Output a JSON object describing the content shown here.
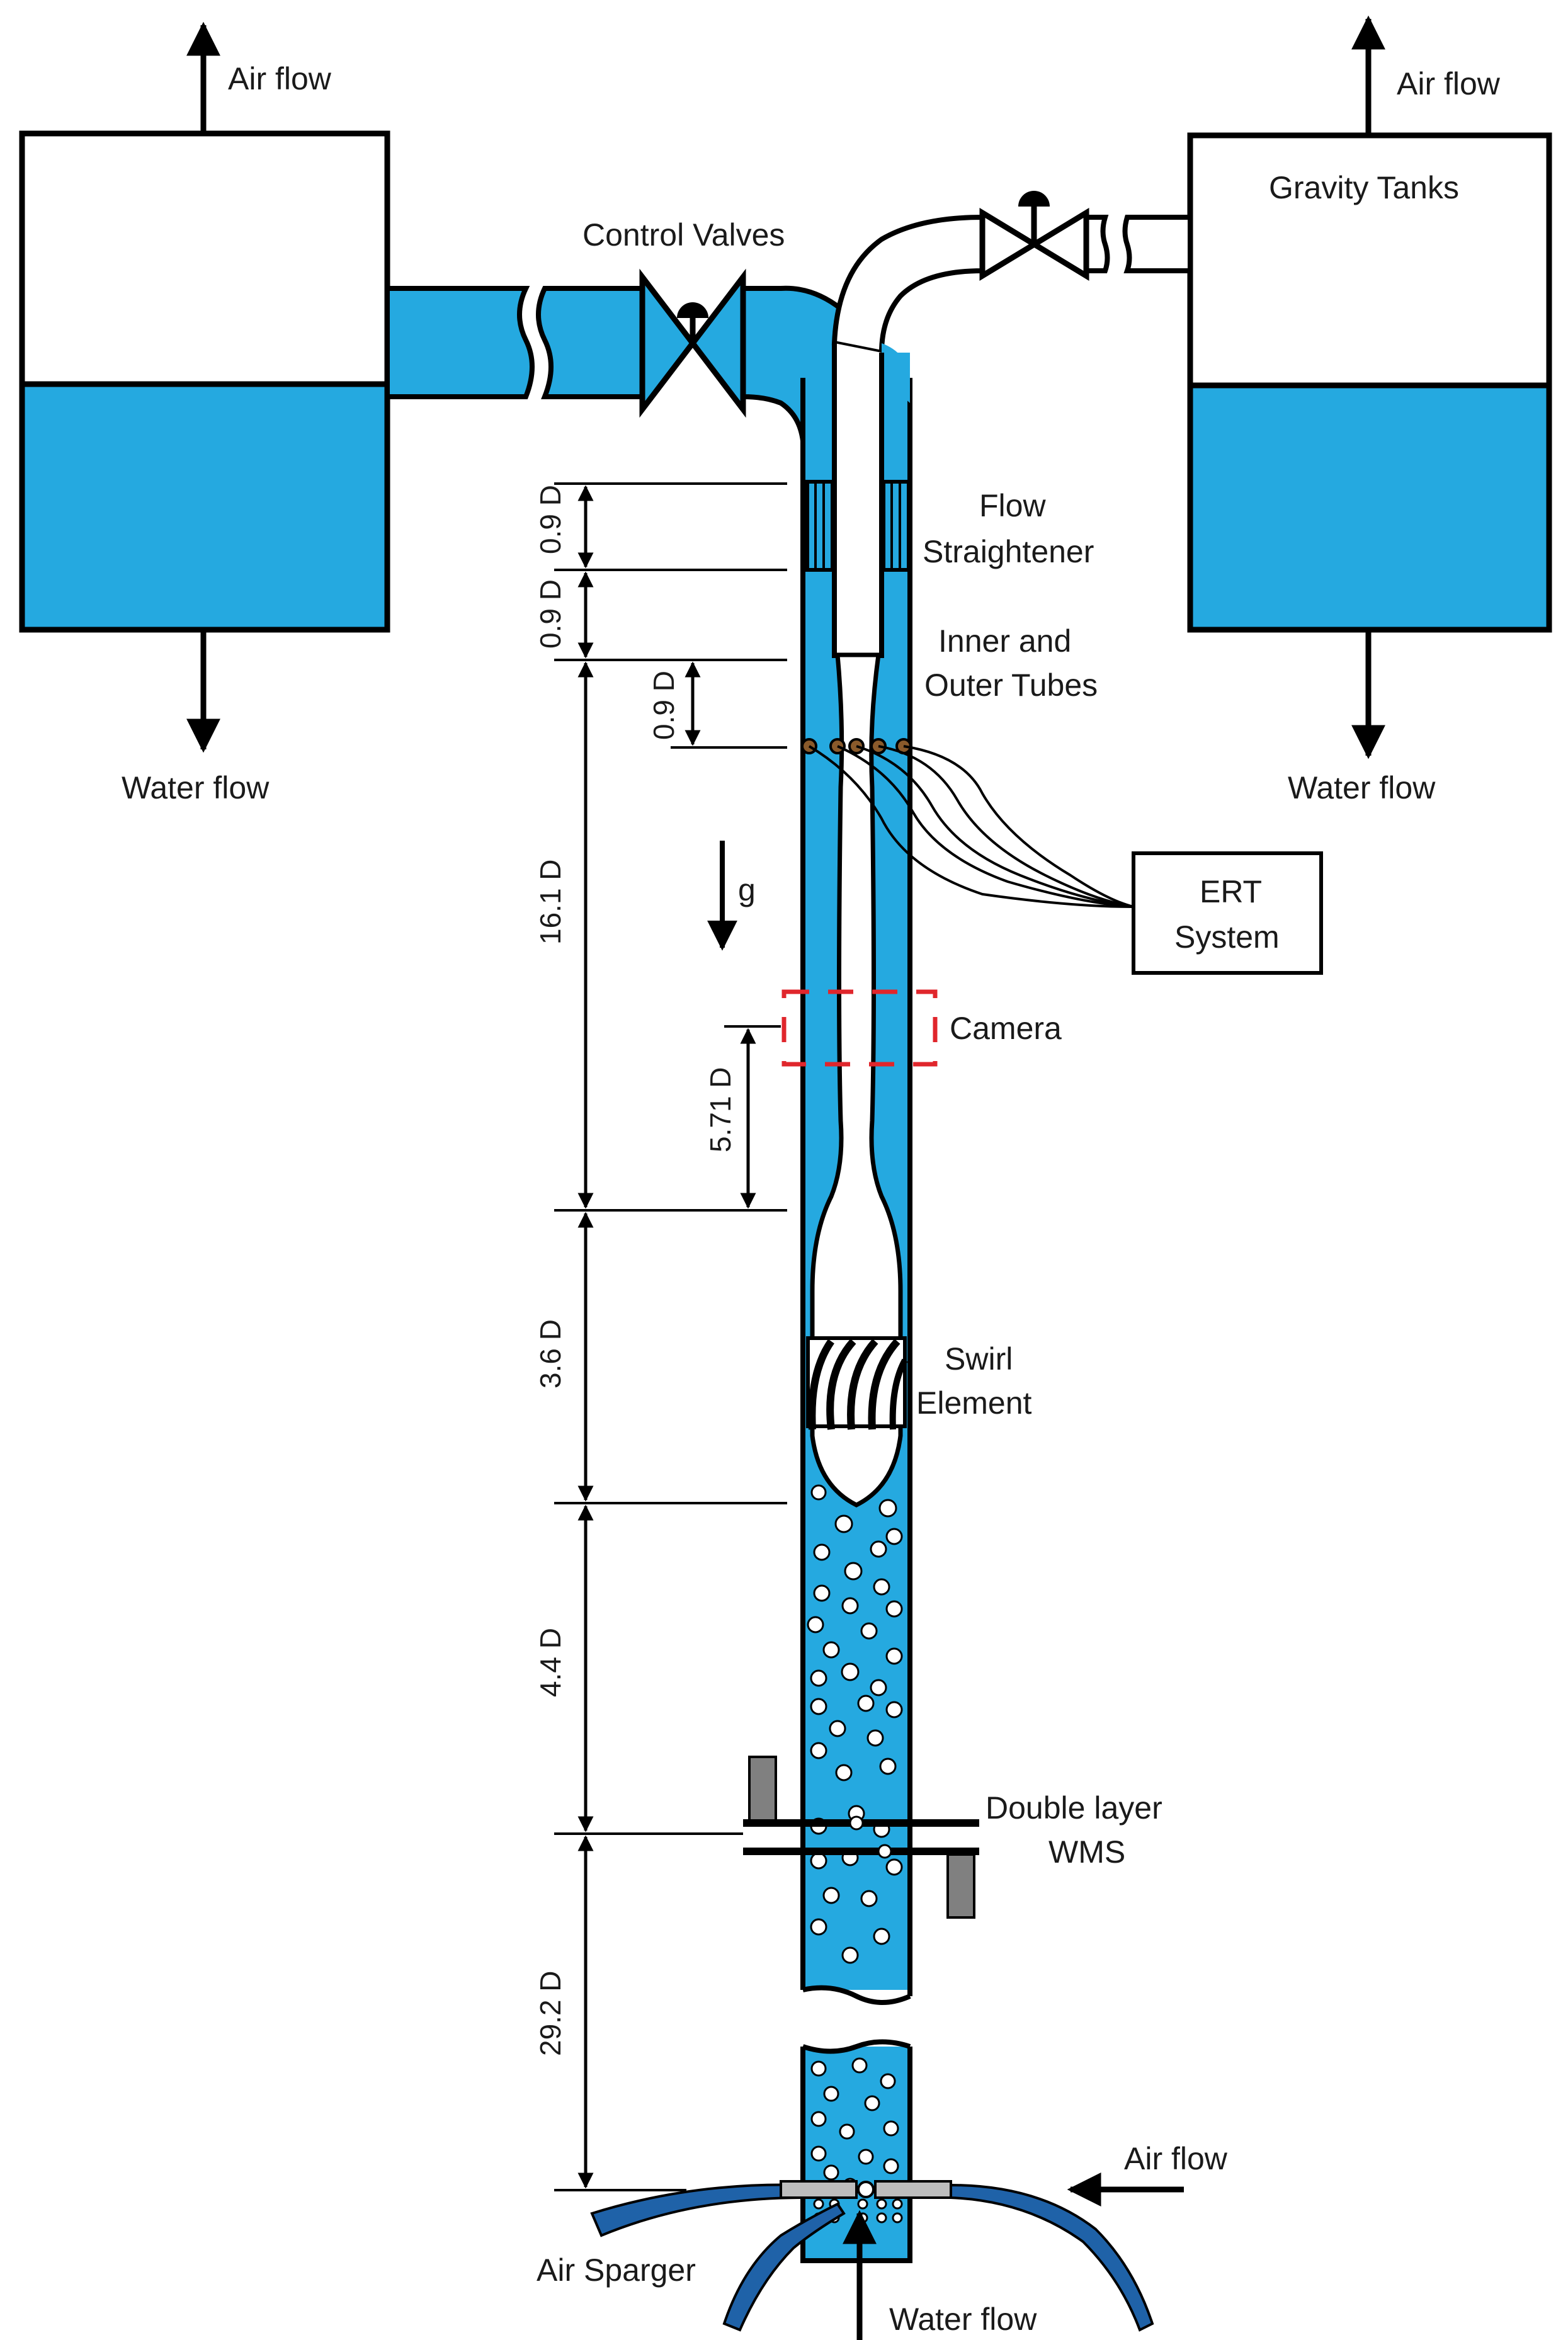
{
  "labels": {
    "air_flow_left": "Air flow",
    "air_flow_right": "Air flow",
    "water_flow_left": "Water flow",
    "water_flow_right": "Water flow",
    "control_valves": "Control Valves",
    "gravity_tanks": "Gravity Tanks",
    "flow_straightener_1": "Flow",
    "flow_straightener_2": "Straightener",
    "inner_outer_1": "Inner and",
    "inner_outer_2": "Outer Tubes",
    "ert_1": "ERT",
    "ert_2": "System",
    "camera": "Camera",
    "gravity": "g",
    "swirl_1": "Swirl",
    "swirl_2": "Element",
    "wms_1": "Double layer",
    "wms_2": "WMS",
    "air_flow_bottom": "Air flow",
    "air_sparger": "Air Sparger",
    "water_flow_bottom": "Water flow"
  },
  "dimensions": {
    "d1": "0.9 D",
    "d2": "0.9 D",
    "d3": "0.9 D",
    "d4": "16.1 D",
    "d5": "5.71 D",
    "d6": "3.6 D",
    "d7": "4.4 D",
    "d8": "29.2 D"
  },
  "colors": {
    "water": "#25a9e0",
    "outline": "#000000",
    "camera_box": "#e0262c",
    "sensor": "#8a5a2b",
    "grey_part": "#808080",
    "sparger": "#1f62a8"
  }
}
